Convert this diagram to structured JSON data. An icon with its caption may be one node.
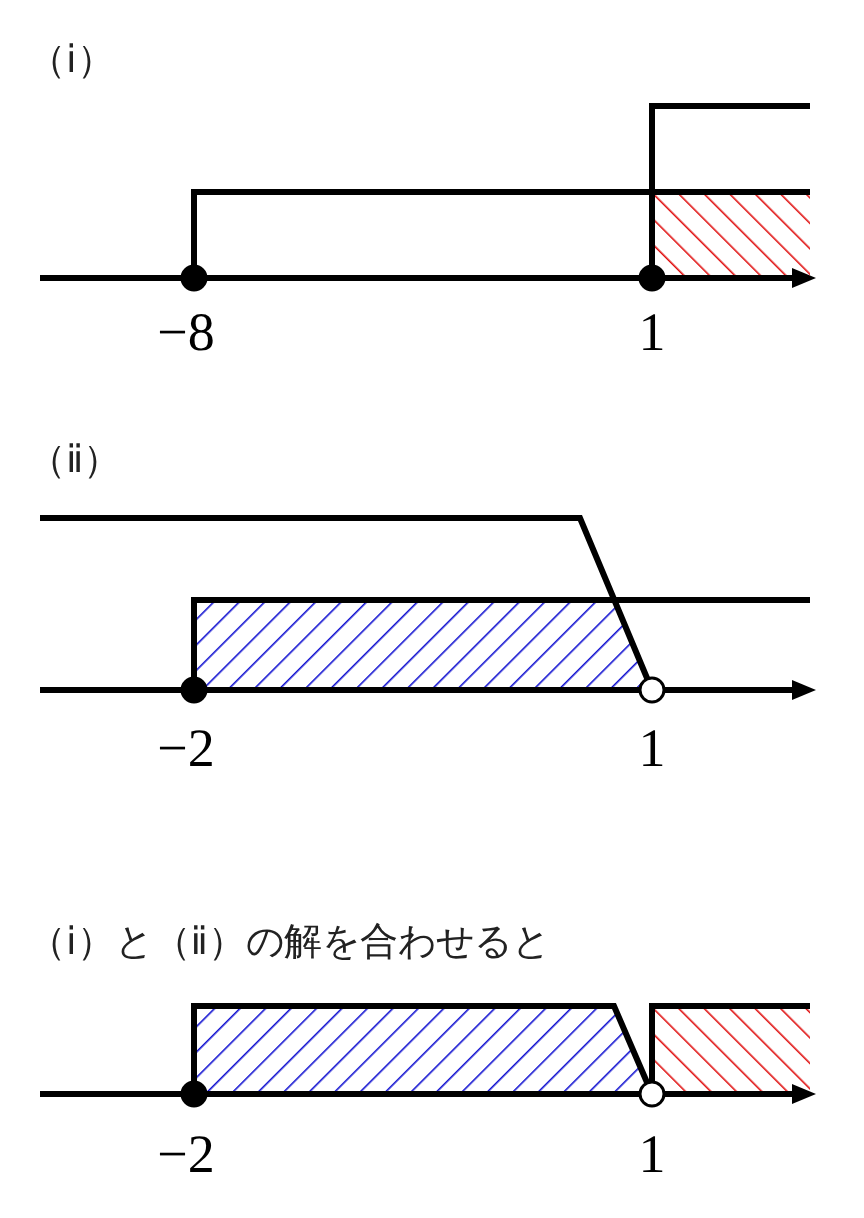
{
  "diagram": {
    "labels": [
      "（ⅰ）",
      "−8",
      "1",
      "（ⅱ）",
      "−2",
      "1",
      "（ⅰ）と（ⅱ）の解を合わせると",
      "−2",
      "1"
    ]
  }
}
